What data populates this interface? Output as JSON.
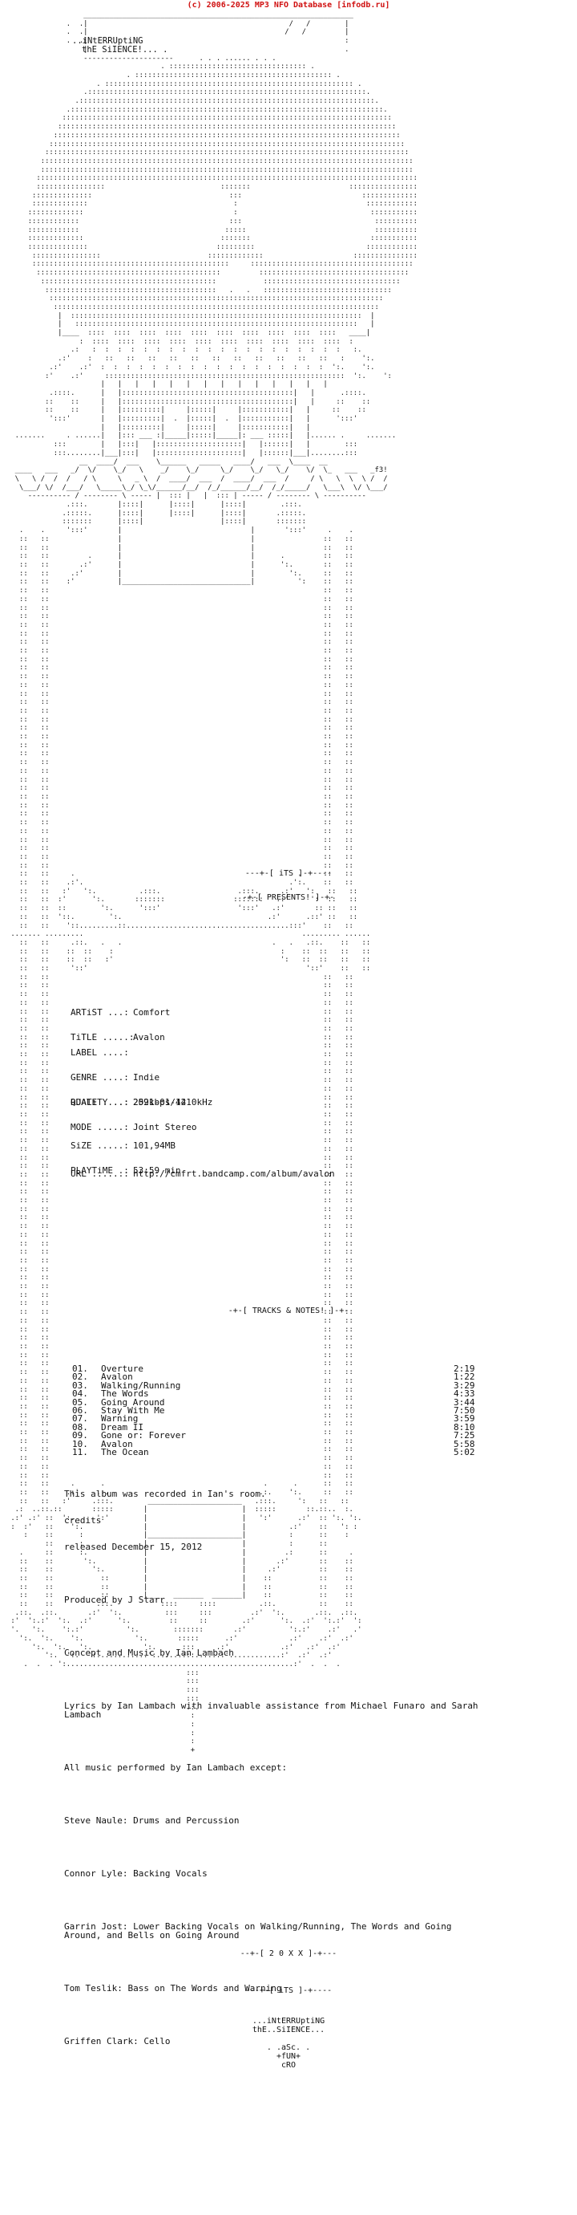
{
  "header": {
    "banner": "(c) 2006-2025 MP3 NFO Database [infodb.ru]"
  },
  "intro": {
    "line1": "..iNtERRUptiNG",
    "line2": "thE SiIENCE!... ."
  },
  "presents": {
    "its": "---+-[ iTS ]-+----",
    "presents": "-+-[ PRESENTS! ]-+-"
  },
  "release": {
    "artist_key": "ARTiST ...:",
    "artist": "Comfort",
    "title_key": "TiTLE .....:",
    "title": "Avalon",
    "label_key": "LABEL ....:",
    "label": "",
    "genre_key": "GENRE ....:",
    "genre": "Indie",
    "rdate_key": "RDATE ....:",
    "rdate": "2021-01-12",
    "quality_key": "QUALiTY ..:",
    "quality": "259kbps/4410kHz",
    "mode_key": "MODE .....:",
    "mode": "Joint Stereo",
    "size_key": "SiZE .....:",
    "size": "101,94MB",
    "playtime_key": "PLAYTiME .:",
    "playtime": "53:59 min",
    "url_key": "URL ......:",
    "url": "http://cmfrt.bandcamp.com/album/avalon"
  },
  "tracks_banner": "-+-[ TRACKS & NOTES! ]-+-",
  "tracks": [
    {
      "n": "01.",
      "t": "Overture",
      "d": "2:19"
    },
    {
      "n": "02.",
      "t": "Avalon",
      "d": "1:22"
    },
    {
      "n": "03.",
      "t": "Walking/Running",
      "d": "3:29"
    },
    {
      "n": "04.",
      "t": "The Words",
      "d": "4:33"
    },
    {
      "n": "05.",
      "t": "Going Around",
      "d": "3:44"
    },
    {
      "n": "06.",
      "t": "Stay With Me",
      "d": "7:50"
    },
    {
      "n": "07.",
      "t": "Warning",
      "d": "3:59"
    },
    {
      "n": "08.",
      "t": "Dream II",
      "d": "8:10"
    },
    {
      "n": "09.",
      "t": "Gone or: Forever",
      "d": "7:25"
    },
    {
      "n": "10.",
      "t": "Avalon",
      "d": "5:58"
    },
    {
      "n": "11.",
      "t": "The Ocean",
      "d": "5:02"
    }
  ],
  "notes": {
    "n1": "This album was recorded in Ian's room.",
    "n2": "credits",
    "n3": "released December 15, 2012",
    "n4": "Produced by J Starr",
    "n5": "Concept and Music by Ian Lambach",
    "n6": "Lyrics by Ian Lambach with invaluable assistance from Michael Funaro and Sarah Lambach",
    "n7": "All music performed by Ian Lambach except:",
    "n8": "Steve Naule: Drums and Percussion",
    "n9": "Connor Lyle: Backing Vocals",
    "n10": "Garrin Jost: Lower Backing Vocals on Walking/Running, The Words and Going Around, and Bells on Going Around",
    "n11": "Tom Teslik: Bass on The Words and Warning",
    "n12": "Griffen Clark: Cello"
  },
  "footer": {
    "year": "--+-[ 2 0 X X ]-+---",
    "its": "---+-[ iTS ]-+----",
    "l1": "...iNtERRUptiNG",
    "l2": "thE..SiIENCE...",
    "l3": ". .aSc. .",
    "l4": "+fUN+",
    "l5": "cRO"
  }
}
